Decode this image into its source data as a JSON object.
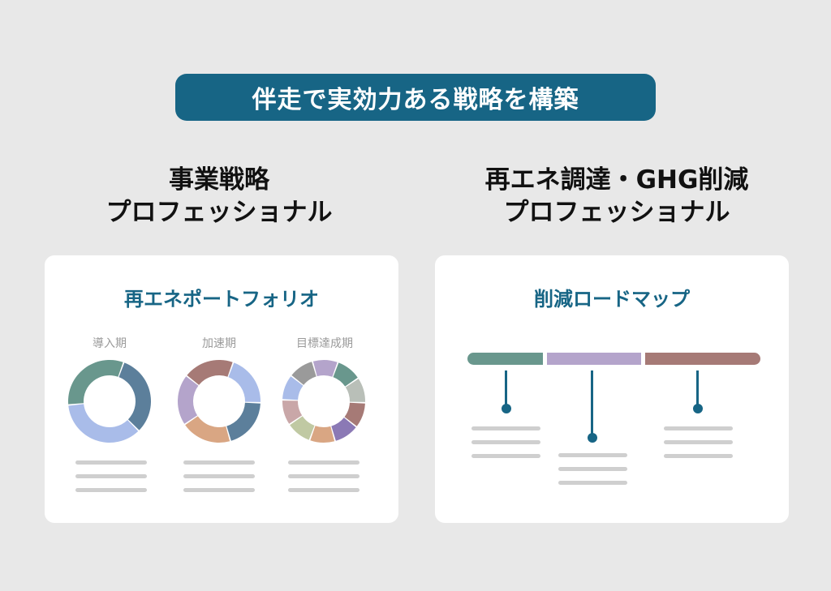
{
  "banner": {
    "title": "伴走で実効力ある戦略を構築"
  },
  "left": {
    "heading_line1": "事業戦略",
    "heading_line2": "プロフェッショナル",
    "card_title": "再エネポートフォリオ",
    "donuts": [
      {
        "label": "導入期",
        "colors": [
          "#5c7f9b",
          "#a9bce9",
          "#69978d"
        ],
        "shares": [
          0.32,
          0.36,
          0.32
        ]
      },
      {
        "label": "加速期",
        "colors": [
          "#a9bce9",
          "#5c7f9b",
          "#d9a683",
          "#b4a4cb",
          "#a67a76"
        ],
        "shares": [
          0.2,
          0.2,
          0.2,
          0.2,
          0.2
        ]
      },
      {
        "label": "目標達成期",
        "colors": [
          "#69978d",
          "#b9bfb8",
          "#a67a76",
          "#8b79b5",
          "#d9a683",
          "#c0c9a3",
          "#c9a7a8",
          "#a9bce9",
          "#9a9a9a",
          "#b4a4cb"
        ],
        "shares": [
          0.1,
          0.1,
          0.1,
          0.1,
          0.1,
          0.1,
          0.1,
          0.1,
          0.1,
          0.1
        ]
      }
    ]
  },
  "right": {
    "heading_line1": "再エネ調達・GHG削減",
    "heading_line2": "プロフェッショナル",
    "card_title": "削減ロードマップ",
    "roadmap_colors": [
      "#69978d",
      "#b4a4cb",
      "#a67a76"
    ]
  }
}
